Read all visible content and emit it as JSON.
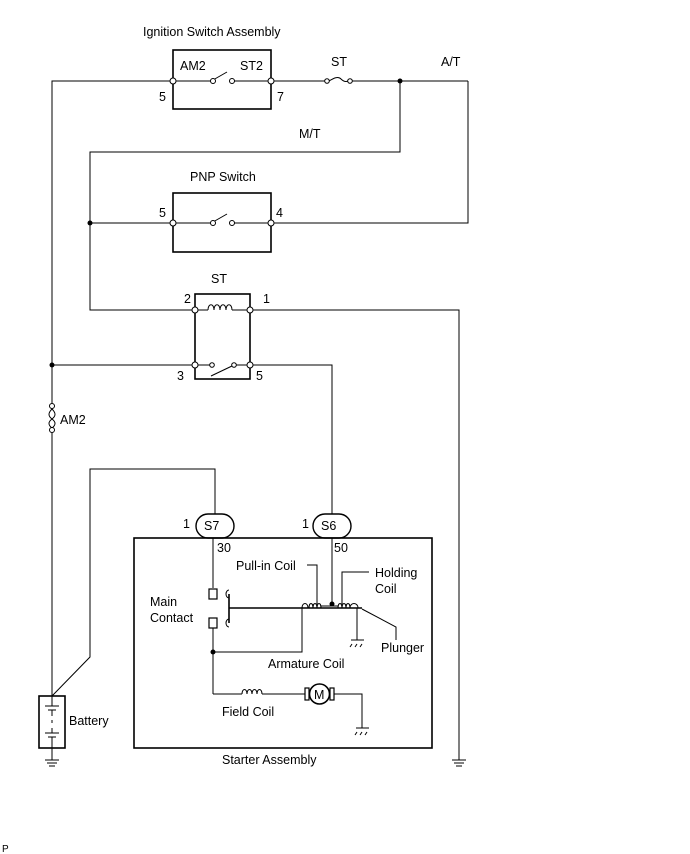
{
  "diagram": {
    "ignition_switch": {
      "title": "Ignition Switch Assembly",
      "left_label": "AM2",
      "right_label": "ST2",
      "pin_left": "5",
      "pin_right": "7"
    },
    "st_fuse": {
      "label": "ST"
    },
    "branch_labels": {
      "at": "A/T",
      "mt": "M/T"
    },
    "pnp_switch": {
      "title": "PNP Switch",
      "pin_left": "5",
      "pin_right": "4"
    },
    "st_relay": {
      "title": "ST",
      "pin_coil_left": "2",
      "pin_coil_right": "1",
      "pin_switch_left": "3",
      "pin_switch_right": "5"
    },
    "am2_fuse": {
      "label": "AM2"
    },
    "connectors": {
      "s7": {
        "label": "S7",
        "pin": "1",
        "terminal": "30"
      },
      "s6": {
        "label": "S6",
        "pin": "1",
        "terminal": "50"
      }
    },
    "starter": {
      "title": "Starter Assembly",
      "pull_in_coil": "Pull-in Coil",
      "holding_coil_line1": "Holding",
      "holding_coil_line2": "Coil",
      "main_contact_line1": "Main",
      "main_contact_line2": "Contact",
      "plunger": "Plunger",
      "armature_coil": "Armature Coil",
      "field_coil": "Field Coil",
      "motor": "M"
    },
    "battery": {
      "label": "Battery"
    },
    "page_marker": "P"
  }
}
